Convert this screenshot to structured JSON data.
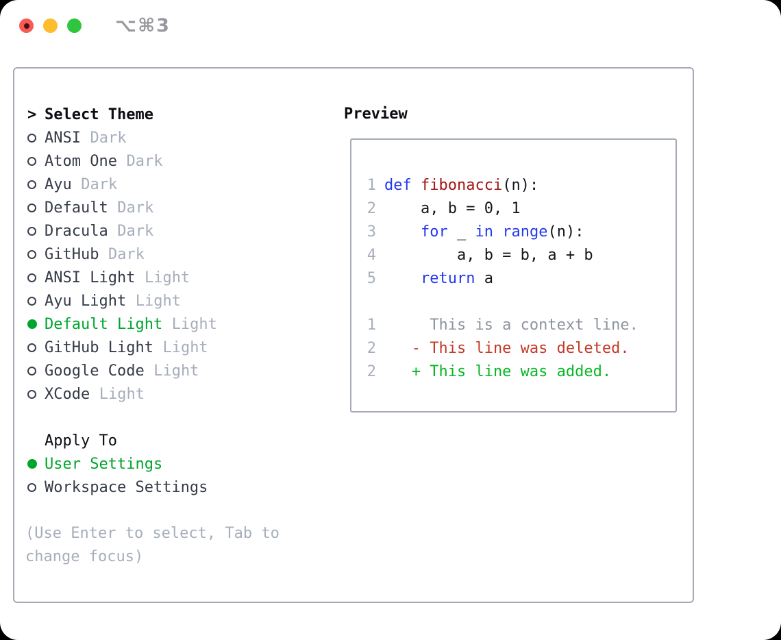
{
  "window": {
    "shortcut_label": "⌥⌘3",
    "traffic_lights": [
      "close",
      "minimize",
      "zoom"
    ]
  },
  "theme_picker": {
    "header_prefix": ">",
    "header_label": "Select Theme",
    "items": [
      {
        "name": "ANSI",
        "tag": "Dark",
        "selected": false
      },
      {
        "name": "Atom One",
        "tag": "Dark",
        "selected": false
      },
      {
        "name": "Ayu",
        "tag": "Dark",
        "selected": false
      },
      {
        "name": "Default",
        "tag": "Dark",
        "selected": false
      },
      {
        "name": "Dracula",
        "tag": "Dark",
        "selected": false
      },
      {
        "name": "GitHub",
        "tag": "Dark",
        "selected": false
      },
      {
        "name": "ANSI Light",
        "tag": "Light",
        "selected": false
      },
      {
        "name": "Ayu Light",
        "tag": "Light",
        "selected": false
      },
      {
        "name": "Default Light",
        "tag": "Light",
        "selected": true
      },
      {
        "name": "GitHub Light",
        "tag": "Light",
        "selected": false
      },
      {
        "name": "Google Code",
        "tag": "Light",
        "selected": false
      },
      {
        "name": "XCode",
        "tag": "Light",
        "selected": false
      }
    ]
  },
  "apply_to": {
    "label": "Apply To",
    "options": [
      {
        "name": "User Settings",
        "selected": true
      },
      {
        "name": "Workspace Settings",
        "selected": false
      }
    ]
  },
  "help_text": "(Use Enter to select, Tab to change focus)",
  "preview": {
    "label": "Preview",
    "code_lines": [
      {
        "num": "1",
        "tokens": [
          [
            "kw",
            "def"
          ],
          [
            "pl",
            " "
          ],
          [
            "fn",
            "fibonacci"
          ],
          [
            "pl",
            "(n):"
          ]
        ]
      },
      {
        "num": "2",
        "tokens": [
          [
            "pl",
            "    a, b = 0, 1"
          ]
        ]
      },
      {
        "num": "3",
        "tokens": [
          [
            "pl",
            "    "
          ],
          [
            "kw",
            "for"
          ],
          [
            "pl",
            " _ "
          ],
          [
            "kw",
            "in"
          ],
          [
            "pl",
            " "
          ],
          [
            "kw",
            "range"
          ],
          [
            "pl",
            "(n):"
          ]
        ]
      },
      {
        "num": "4",
        "tokens": [
          [
            "pl",
            "        a, b = b, a + b"
          ]
        ]
      },
      {
        "num": "5",
        "tokens": [
          [
            "pl",
            "    "
          ],
          [
            "kw",
            "return"
          ],
          [
            "pl",
            " a"
          ]
        ]
      }
    ],
    "diff_lines": [
      {
        "num": "1",
        "type": "context",
        "text": "     This is a context line."
      },
      {
        "num": "2",
        "type": "deleted",
        "text": "   - This line was deleted."
      },
      {
        "num": "2",
        "type": "added",
        "text": "   + This line was added."
      }
    ]
  },
  "colors": {
    "selection_green": "#00a52d",
    "keyword_blue": "#2239f0",
    "function_red": "#a31616",
    "diff_deleted": "#c23a28",
    "diff_added": "#06b723",
    "muted_gray": "#a6aebb",
    "panel_border": "#a4abb6"
  }
}
